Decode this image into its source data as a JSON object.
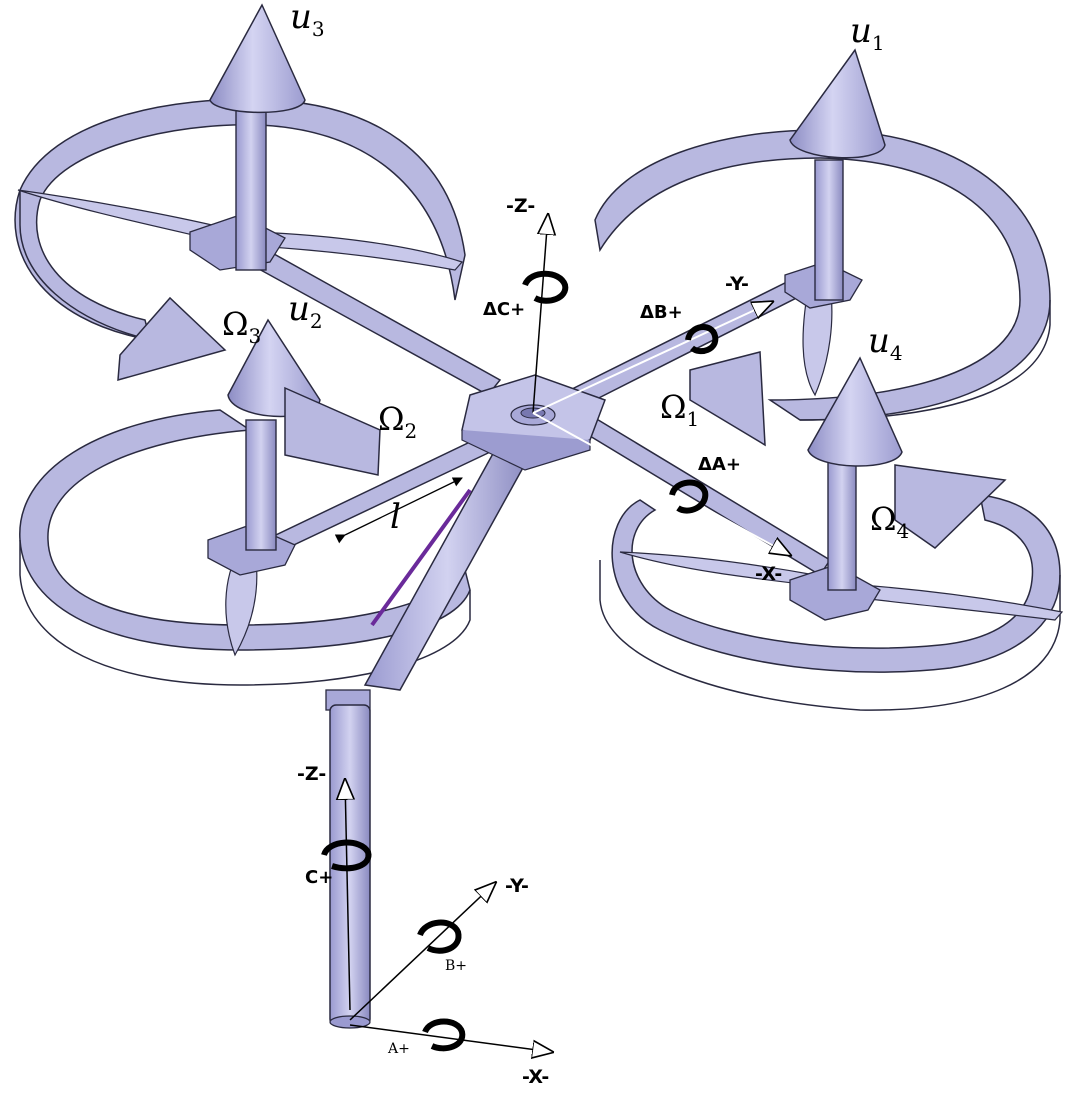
{
  "diagram": {
    "labels": {
      "u1": {
        "sym": "u",
        "sub": "1"
      },
      "u2": {
        "sym": "u",
        "sub": "2"
      },
      "u3": {
        "sym": "u",
        "sub": "3"
      },
      "u4": {
        "sym": "u",
        "sub": "4"
      },
      "omega1": {
        "sym": "Ω",
        "sub": "1"
      },
      "omega2": {
        "sym": "Ω",
        "sub": "2"
      },
      "omega3": {
        "sym": "Ω",
        "sub": "3"
      },
      "omega4": {
        "sym": "Ω",
        "sub": "4"
      },
      "arm_length": "l",
      "body_axes": {
        "z": "-Z-",
        "y": "-Y-",
        "x": "-X-"
      },
      "body_rotations": {
        "c": "ΔC+",
        "b": "ΔB+",
        "a": "ΔA+"
      },
      "base_axes": {
        "z": "-Z-",
        "y": "-Y-",
        "x": "-X-"
      },
      "base_rotations": {
        "c": "C+",
        "b": "B+",
        "a": "A+"
      }
    },
    "colors": {
      "body_fill": "#b8b8e0",
      "body_dark": "#8f8fc4",
      "body_light": "#d6d6f2",
      "outline": "#2a2a40",
      "accent": "#6a2a9a"
    }
  }
}
